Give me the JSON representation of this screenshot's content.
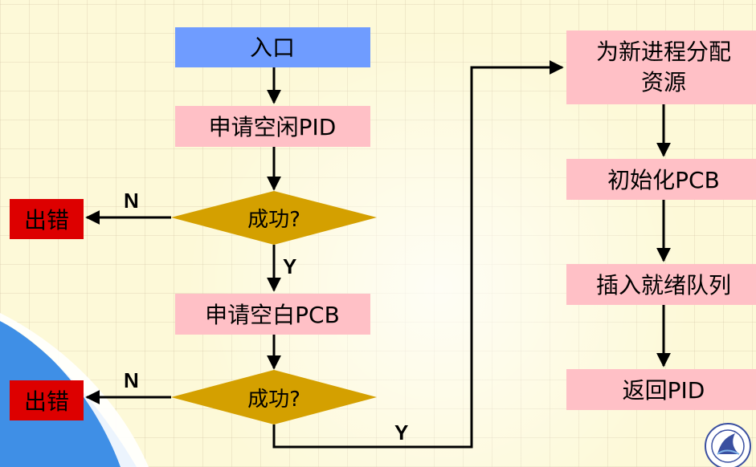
{
  "colors": {
    "entry": "#6f9cff",
    "process": "#ffc0c6",
    "decision": "#d4a000",
    "error": "#dd0000",
    "accent_blue": "#4da3f0"
  },
  "nodes": {
    "entry": "入口",
    "alloc_pid": "申请空闲PID",
    "check1": "成功?",
    "error1": "出错",
    "alloc_pcb": "申请空白PCB",
    "check2": "成功?",
    "error2": "出错",
    "assign_line1": "为新进程分配",
    "assign_line2": "资源",
    "init_pcb": "初始化PCB",
    "insert_ready": "插入就绪队列",
    "return_pid": "返回PID"
  },
  "edges": {
    "n1": "N",
    "y1": "Y",
    "n2": "N",
    "y2": "Y"
  },
  "logo": "university-seal-icon"
}
